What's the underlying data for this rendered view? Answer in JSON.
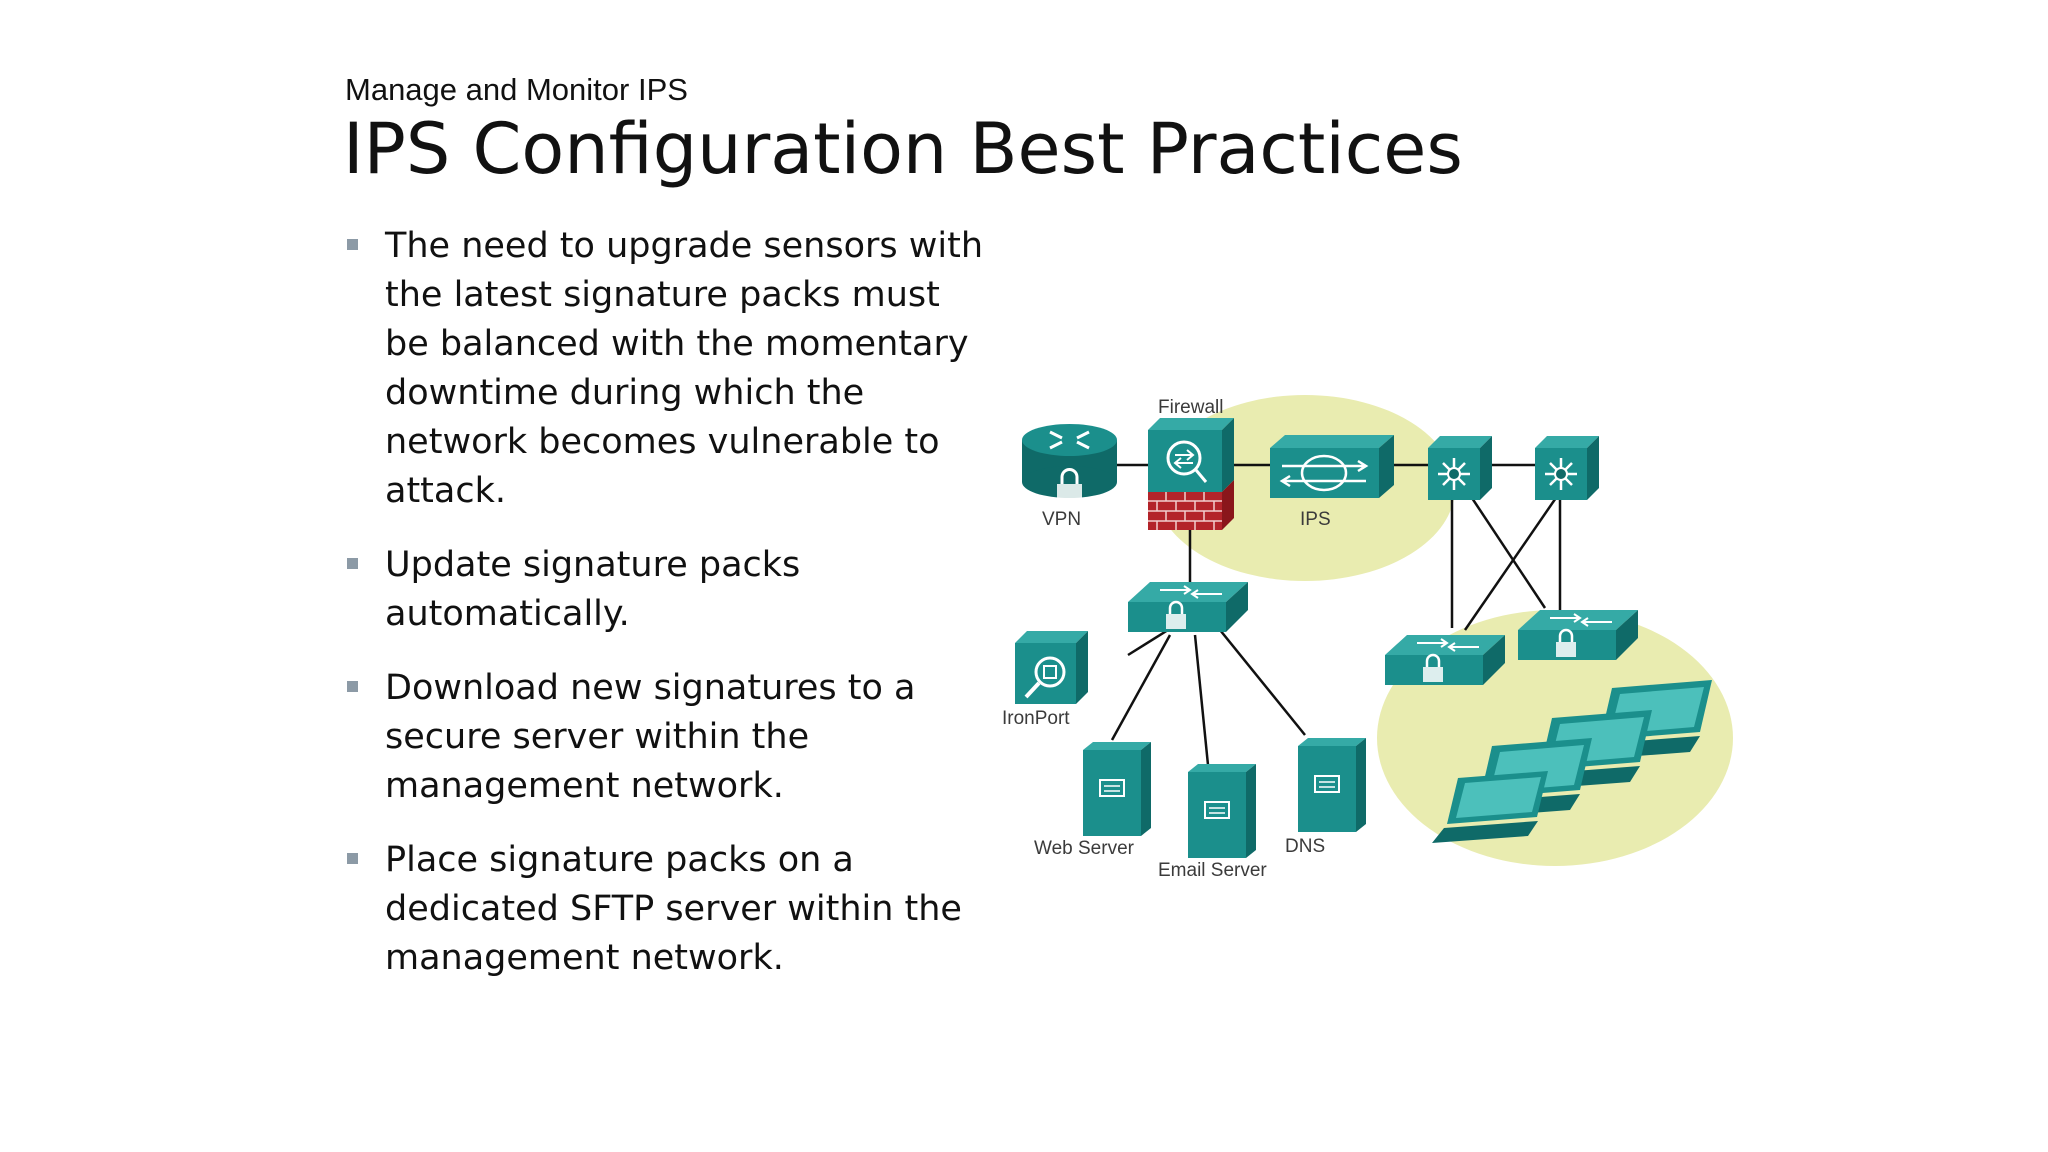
{
  "header": {
    "section": "Manage and Monitor IPS",
    "title": "IPS Configuration Best Practices"
  },
  "bullets": [
    "The need to upgrade sensors with the latest signature packs must be balanced with the momentary downtime during which the network becomes vulnerable to attack.",
    "Update signature packs automatically.",
    "Download new signatures to a secure server within the management network.",
    "Place signature packs on a dedicated SFTP server within the management network."
  ],
  "diagram": {
    "labels": {
      "firewall": "Firewall",
      "vpn": "VPN",
      "ips": "IPS",
      "ironport": "IronPort",
      "web_server": "Web Server",
      "email_server": "Email Server",
      "dns": "DNS"
    },
    "colors": {
      "device_teal": "#1b8f8c",
      "device_dark": "#0f6a68",
      "zone_fill": "#e9ecb0",
      "brick_red": "#b3242a",
      "link": "#111111"
    }
  }
}
